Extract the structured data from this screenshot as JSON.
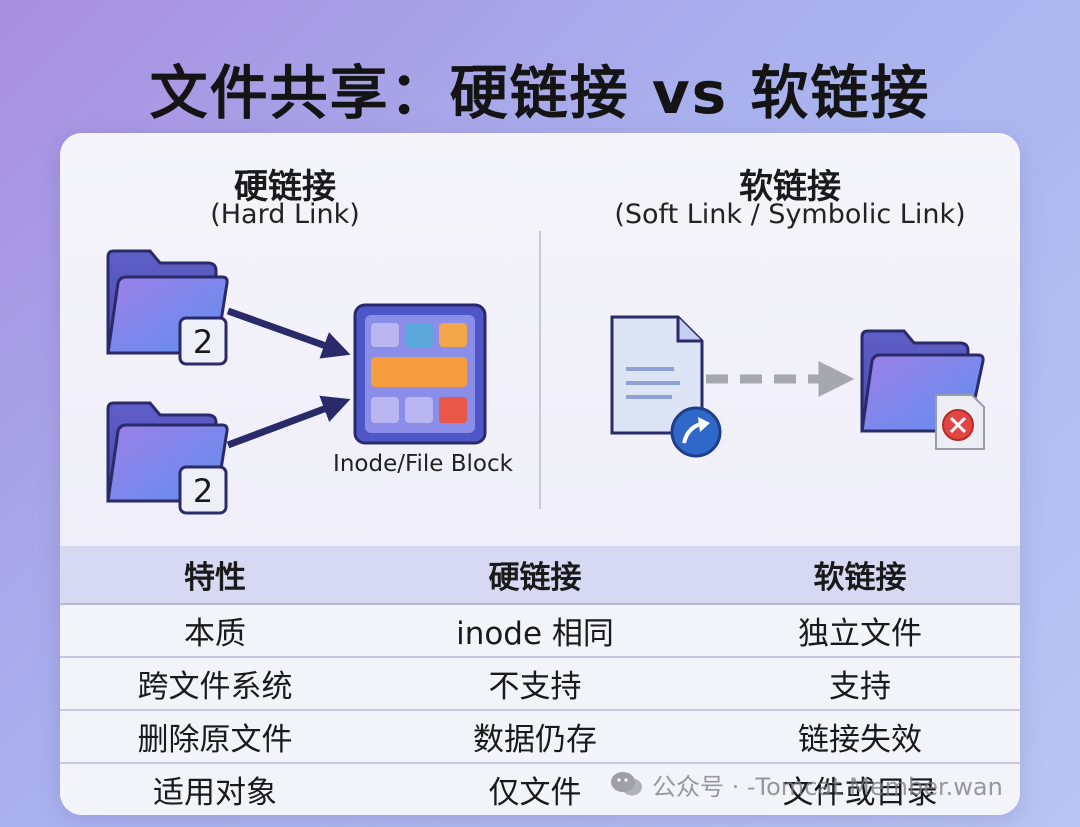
{
  "title": "文件共享：硬链接 vs 软链接",
  "hard": {
    "title": "硬链接",
    "subtitle": "(Hard Link)",
    "count_top": "2",
    "count_bottom": "2",
    "inode_label": "Inode/File Block"
  },
  "soft": {
    "title": "软链接",
    "subtitle": "(Soft Link / Symbolic Link)"
  },
  "table": {
    "headers": [
      "特性",
      "硬链接",
      "软链接"
    ],
    "rows": [
      [
        "本质",
        "inode 相同",
        "独立文件"
      ],
      [
        "跨文件系统",
        "不支持",
        "支持"
      ],
      [
        "删除原文件",
        "数据仍存",
        "链接失效"
      ],
      [
        "适用对象",
        "仅文件",
        "文件或目录"
      ]
    ]
  },
  "watermark": "公众号 · -Tomcat Member.wan",
  "colors": {
    "folder": "#7a7fe0",
    "inode_frame": "#5b5fd6",
    "arrow_hard": "#2a2a6a",
    "arrow_soft": "#a7a7b0",
    "error": "#e34545"
  },
  "icons": [
    "folder-icon",
    "inode-block-icon",
    "document-icon",
    "shortcut-arrow-icon",
    "broken-file-icon",
    "wechat-icon"
  ]
}
